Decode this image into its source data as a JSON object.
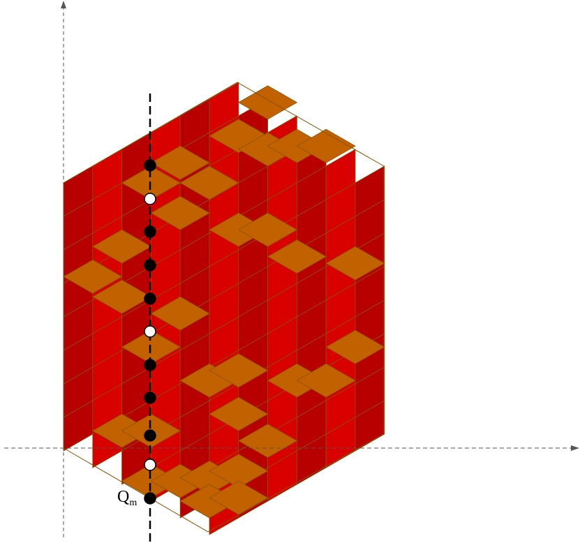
{
  "colors": {
    "top_face": "#c26100",
    "left_face": "#b80000",
    "right_face": "#d90000",
    "edge": "#8a5200",
    "axis": "#555555",
    "particle_filled": "#000000",
    "particle_empty": "#ffffff"
  },
  "label": {
    "letter": "Q",
    "subscript": "m"
  },
  "particles": [
    "filled",
    "empty",
    "filled",
    "filled",
    "filled",
    "empty",
    "filled",
    "filled",
    "filled",
    "empty",
    "filled"
  ]
}
